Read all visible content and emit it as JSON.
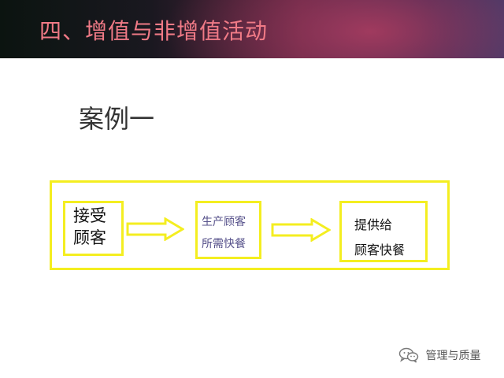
{
  "slide": {
    "title": "四、增值与非增值活动",
    "case_title": "案例一"
  },
  "flow": {
    "steps": [
      {
        "lines": [
          "接受",
          "顾客"
        ]
      },
      {
        "lines": [
          "生产顾客",
          "所需快餐"
        ]
      },
      {
        "lines": [
          "提供给",
          "顾客快餐"
        ]
      }
    ]
  },
  "footer": {
    "icon": "wechat-icon",
    "label": "管理与质量"
  },
  "colors": {
    "accent_yellow": "#f4ee20",
    "title_text": "#f07a86",
    "step2_text": "#55508a"
  }
}
